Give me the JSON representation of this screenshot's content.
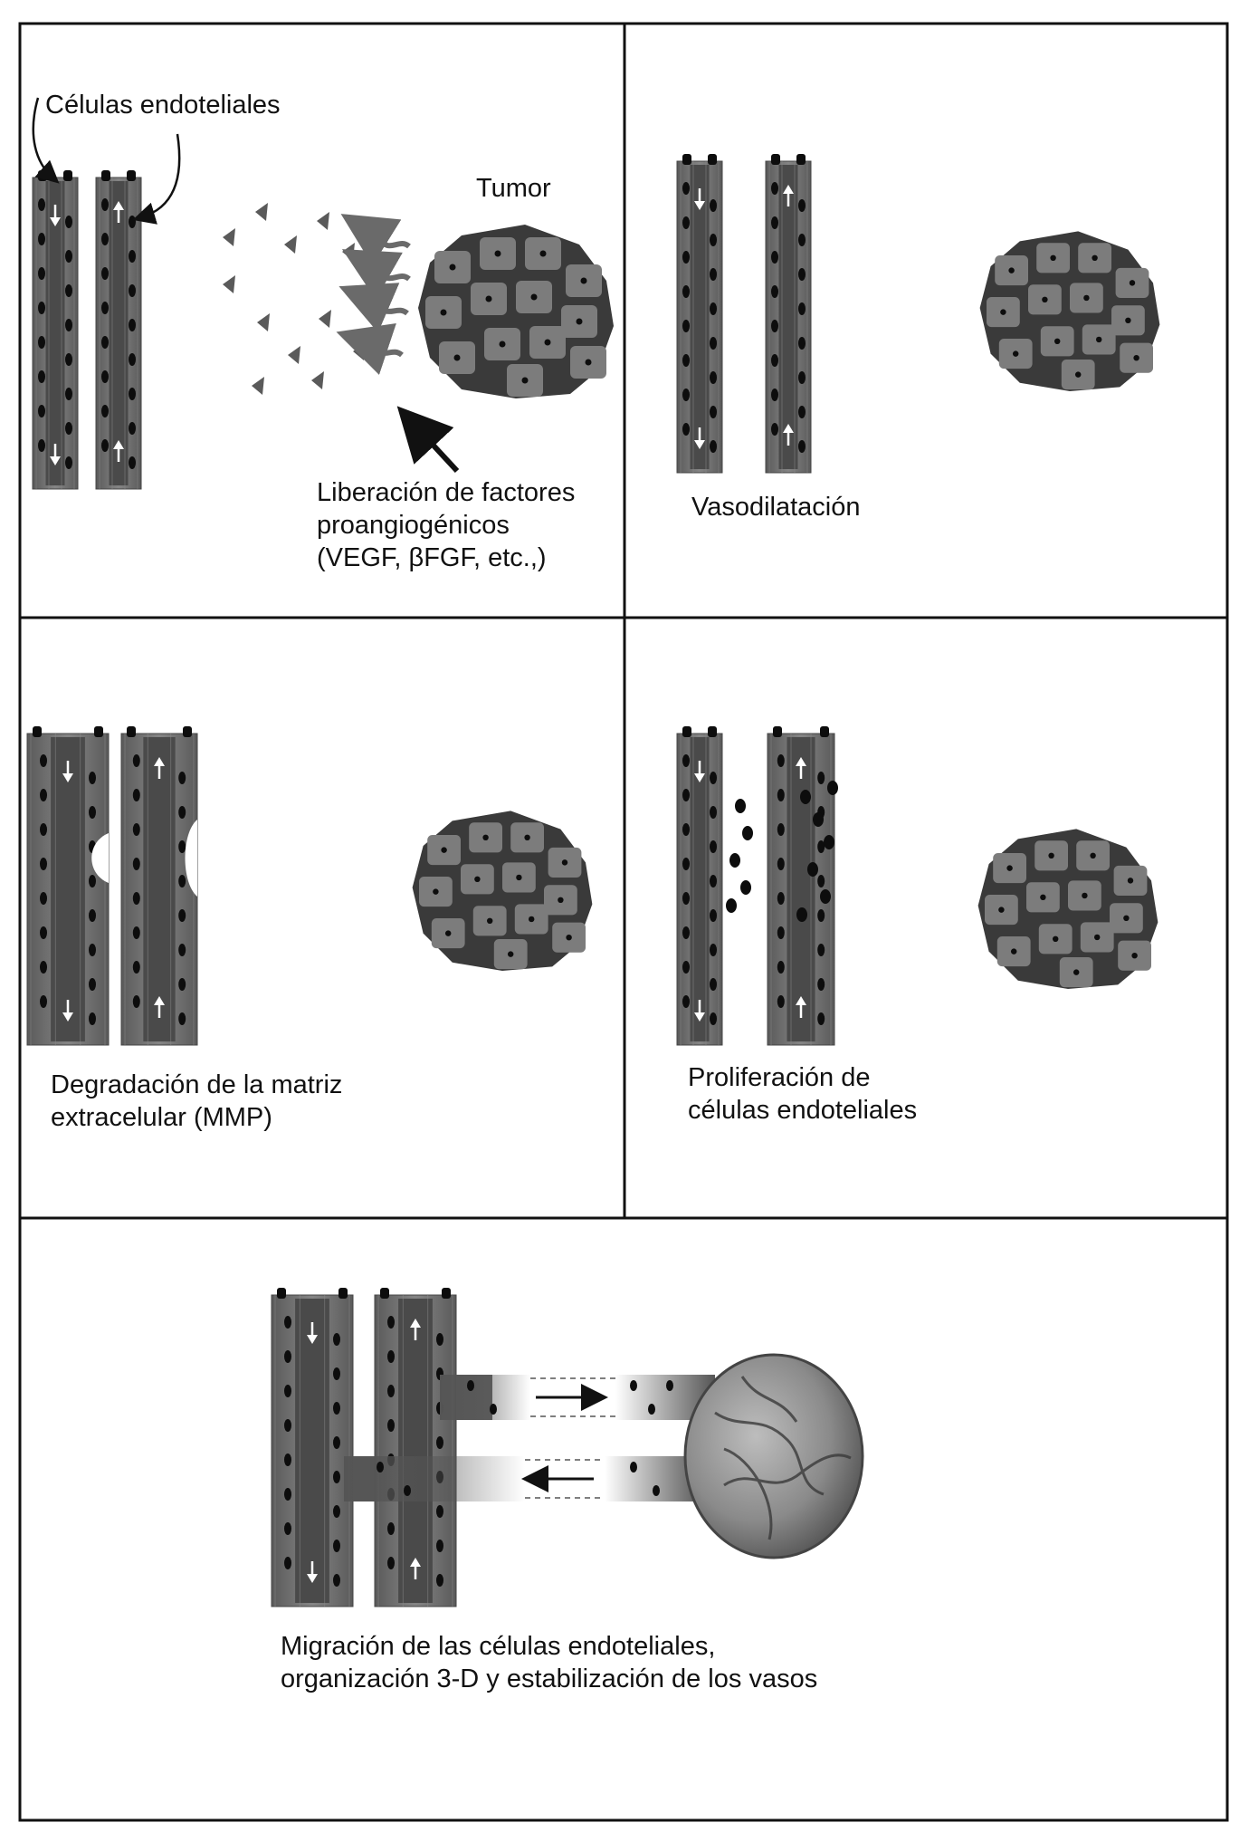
{
  "panels": [
    {
      "label_lines": [
        "Liberación de factores",
        "proangiogénicos",
        "(VEGF, βFGF, etc.,)"
      ],
      "cell_label": "Células endoteliales",
      "tumor_label": "Tumor"
    },
    {
      "label_lines": [
        "Vasodilatación"
      ]
    },
    {
      "label_lines": [
        "Degradación de la matriz",
        "extracelular (MMP)"
      ]
    },
    {
      "label_lines": [
        "Proliferación de",
        "células endoteliales"
      ]
    },
    {
      "label_lines": [
        "Migración de las células endoteliales,",
        "organización 3-D y estabilización de los vasos"
      ]
    }
  ],
  "colors": {
    "vessel_wall": "#6e6e6e",
    "vessel_lumen": "#4a4a4a",
    "nucleus": "#0d0d0d",
    "tumor_outline": "#3a3a3a",
    "tumor_cell": "#7c7c7c",
    "factor": "#5a5a5a",
    "arrow": "#ffffff"
  },
  "icons": [
    "blood-vessel-icon",
    "tumor-icon",
    "growth-factor-icon",
    "flow-arrow-icon"
  ]
}
